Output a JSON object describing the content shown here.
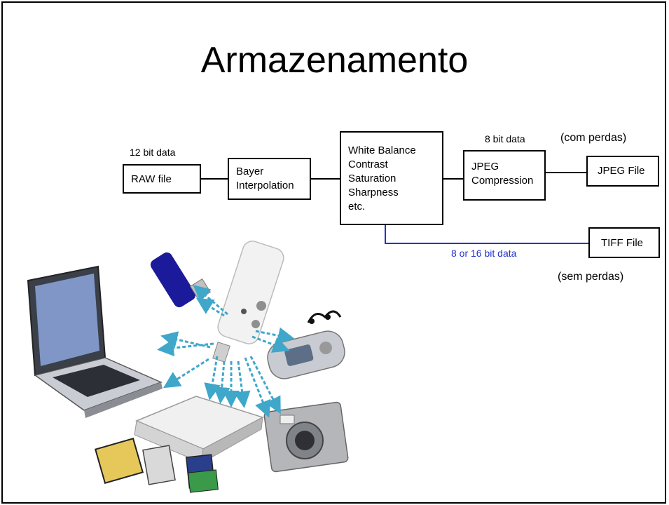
{
  "slide": {
    "title": "Armazenamento"
  },
  "diagram": {
    "labels": {
      "raw_bits": "12 bit data",
      "jpeg_bits": "8 bit data",
      "jpeg_quality": "(com perdas)",
      "tiff_bits": "8 or 16 bit data",
      "tiff_quality": "(sem perdas)"
    },
    "boxes": {
      "raw": "RAW file",
      "bayer": [
        "Bayer",
        "Interpolation"
      ],
      "processing": [
        "White Balance",
        "Contrast",
        "Saturation",
        "Sharpness",
        "etc."
      ],
      "jpeg_compression": [
        "JPEG",
        "Compression"
      ],
      "jpeg_file": "JPEG File",
      "tiff_file": "TIFF File"
    },
    "colors": {
      "line": "#000000",
      "tiff_line": "#2233cc",
      "arrows": "#3fa7c9"
    }
  },
  "illustration": {
    "devices": [
      "usb-card-reader",
      "usb-flash-drive",
      "laptop",
      "mp3-player",
      "digital-camera",
      "memory-card-reader",
      "memory-cards"
    ]
  }
}
